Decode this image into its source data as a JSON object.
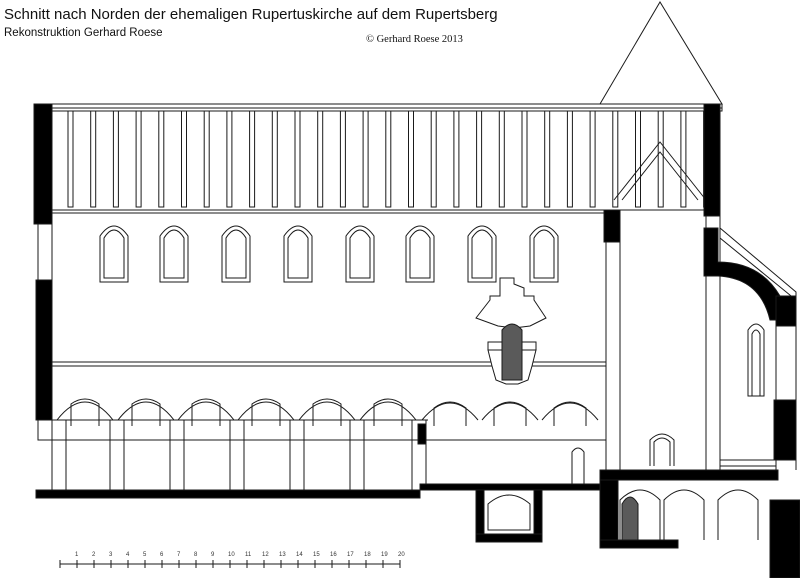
{
  "header": {
    "title": "Schnitt nach Norden der ehemaligen Rupertuskirche auf dem Rupertsberg",
    "subtitle": "Rekonstruktion Gerhard Roese",
    "copyright": "© Gerhard Roese 2013"
  },
  "scale_bar": {
    "labels": [
      "1",
      "2",
      "3",
      "4",
      "5",
      "6",
      "7",
      "8",
      "9",
      "10",
      "11",
      "12",
      "13",
      "14",
      "15",
      "16",
      "17",
      "18",
      "19",
      "20"
    ]
  },
  "colors": {
    "line": "#1a1a1a",
    "wall": "#000000",
    "opening_fill": "#5a5a5a"
  }
}
